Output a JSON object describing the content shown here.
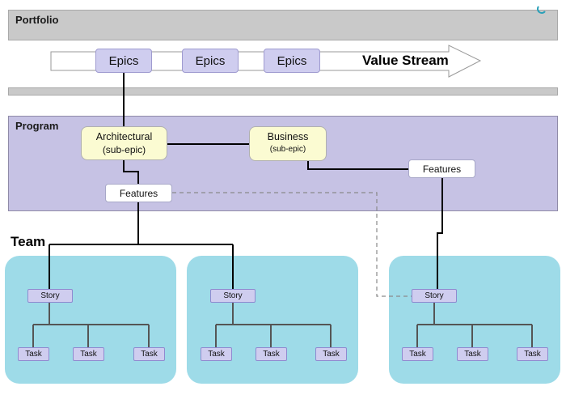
{
  "portfolio": {
    "label": "Portfolio"
  },
  "value_stream": {
    "label": "Value Stream",
    "epics": [
      "Epics",
      "Epics",
      "Epics"
    ]
  },
  "program": {
    "label": "Program",
    "architectural": {
      "title": "Architectural",
      "subtitle": "(sub-epic)"
    },
    "business": {
      "title": "Business",
      "subtitle": "(sub-epic)"
    },
    "features_left": "Features",
    "features_right": "Features"
  },
  "team": {
    "label": "Team",
    "groups": [
      {
        "story": "Story",
        "tasks": [
          "Task",
          "Task",
          "Task"
        ]
      },
      {
        "story": "Story",
        "tasks": [
          "Task",
          "Task",
          "Task"
        ]
      },
      {
        "story": "Story",
        "tasks": [
          "Task",
          "Task",
          "Task"
        ]
      }
    ]
  },
  "colors": {
    "portfolio_band": "#c9c9c9",
    "program_band": "#c6c2e4",
    "team_box": "#9edbe8",
    "epic_fill": "#cfcdef",
    "sub_epic_fill": "#fbfbd2",
    "connector": "#000000",
    "dashed_connector": "#8a8a8a"
  },
  "icons": {
    "corner": "half-circle-icon"
  }
}
